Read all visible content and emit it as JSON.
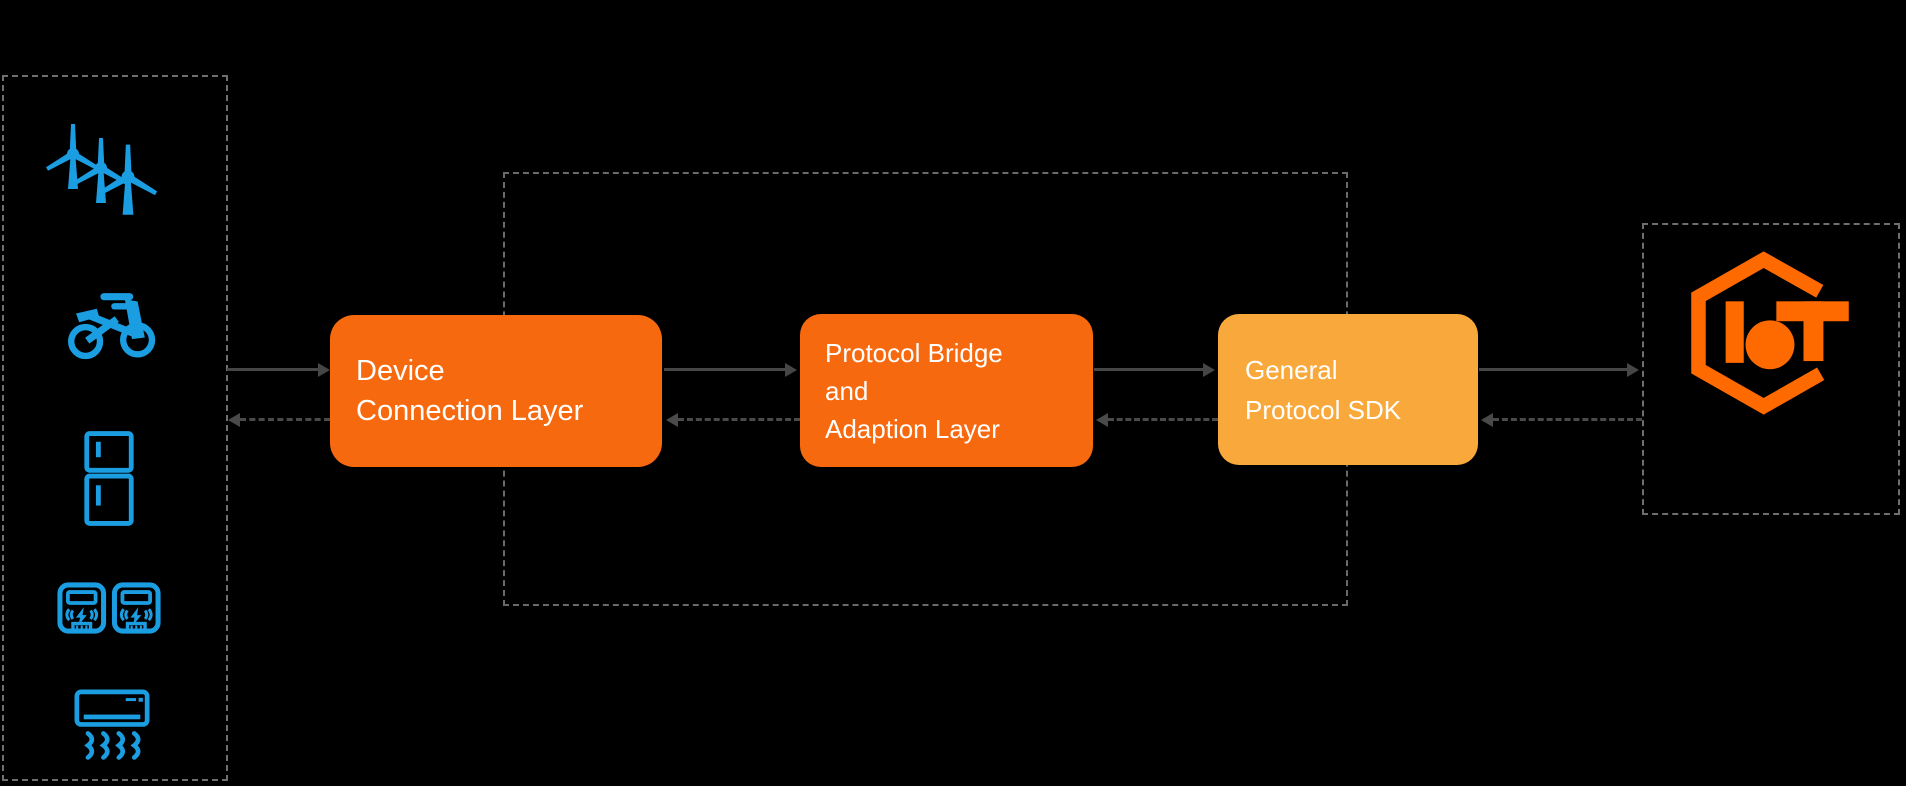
{
  "colors": {
    "background": "#000000",
    "device_icons_blue": "#1B9DE2",
    "layer_orange": "#F7690E",
    "sdk_amber": "#F9A93B",
    "iot_logo_orange": "#FF6A00",
    "arrow_gray": "#4A4A4A",
    "dashed_border_gray": "#6F6F6F",
    "text_white": "#FFFFFF"
  },
  "device_group": {
    "icons": [
      {
        "name": "wind-turbines"
      },
      {
        "name": "shared-bicycle"
      },
      {
        "name": "refrigerator"
      },
      {
        "name": "smart-meters"
      },
      {
        "name": "air-conditioner"
      }
    ]
  },
  "layers": {
    "device_connection": {
      "line1": "Device",
      "line2": "Connection Layer"
    },
    "protocol_bridge": {
      "line1": "Protocol Bridge",
      "line2": "and",
      "line3": "Adaption Layer"
    },
    "general_sdk": {
      "line1": "General",
      "line2": "Protocol SDK"
    }
  },
  "cloud": {
    "logo": "alibaba-cloud-iot-platform-logo"
  }
}
